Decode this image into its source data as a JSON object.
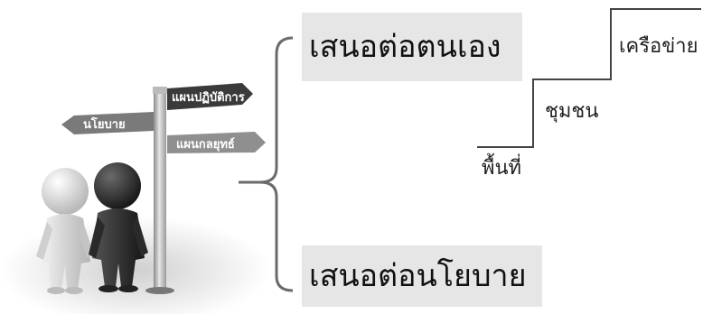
{
  "signpost": {
    "sign_top": "แผนปฏิบัติการ",
    "sign_left": "นโยบาย",
    "sign_right": "แผนกลยุทธ์"
  },
  "targets": {
    "self": "เสนอต่อตนเอง",
    "policy": "เสนอต่อนโยบาย"
  },
  "staircase": {
    "levels": [
      "พื้นที่",
      "ชุมชน",
      "เครือข่าย"
    ]
  }
}
